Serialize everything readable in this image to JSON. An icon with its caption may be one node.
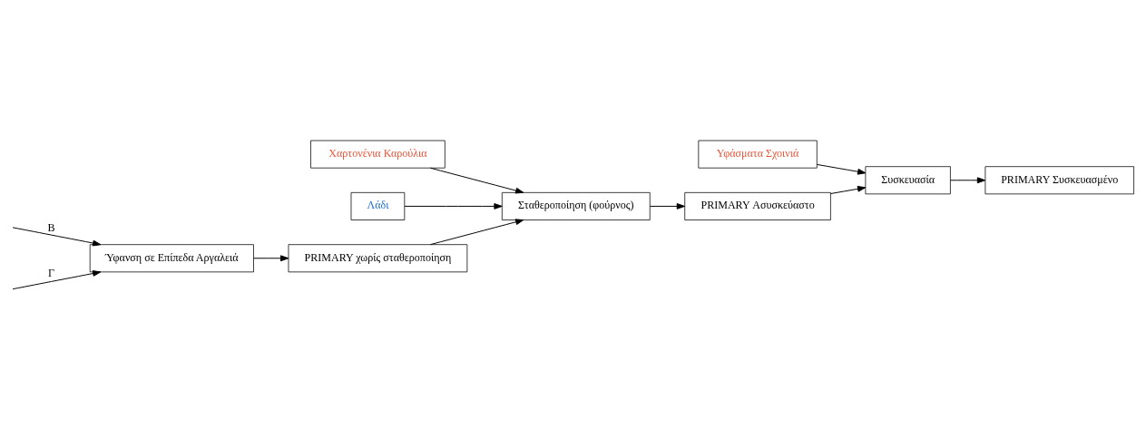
{
  "diagram": {
    "nodes": [
      {
        "text": [
          "Ύφανση σε Επίπεδα Αργαλειά"
        ]
      },
      {
        "text": [
          "PRIMARY χωρίς σταθεροποίηση"
        ]
      },
      {
        "text": [
          "Χαρτονένια Καρούλια"
        ]
      },
      {
        "text": [
          "PRIMARY Ασυσκεύαστο"
        ]
      },
      {
        "text": [
          "Σταθεροποίηση (φούρνος)"
        ]
      },
      {
        "text": [
          "Λάδι"
        ]
      },
      {
        "text": [
          "Υφάσματα Σχοινιά"
        ]
      },
      {
        "text": [
          "Συσκευασία"
        ]
      },
      {
        "text": [
          "PRIMARY Συσκευασμένο"
        ]
      }
    ],
    "edges": [
      {
        "from": null,
        "to": 0,
        "arrow": "to",
        "label": "Β"
      },
      {
        "from": null,
        "to": 0,
        "arrow": "to",
        "label": "Γ"
      },
      {
        "from": 0,
        "to": 1,
        "arrow": "to"
      },
      {
        "from": 1,
        "to": 4,
        "arrow": "to"
      },
      {
        "from": 2,
        "to": 4,
        "arrow": "to"
      },
      {
        "from": 5,
        "to": 4,
        "arrow": "to"
      },
      {
        "from": 4,
        "to": 3,
        "arrow": "to"
      },
      {
        "from": 3,
        "to": 7,
        "arrow": "to"
      },
      {
        "from": 6,
        "to": 7,
        "arrow": "to"
      },
      {
        "from": 7,
        "to": 8,
        "arrow": "to"
      }
    ]
  }
}
